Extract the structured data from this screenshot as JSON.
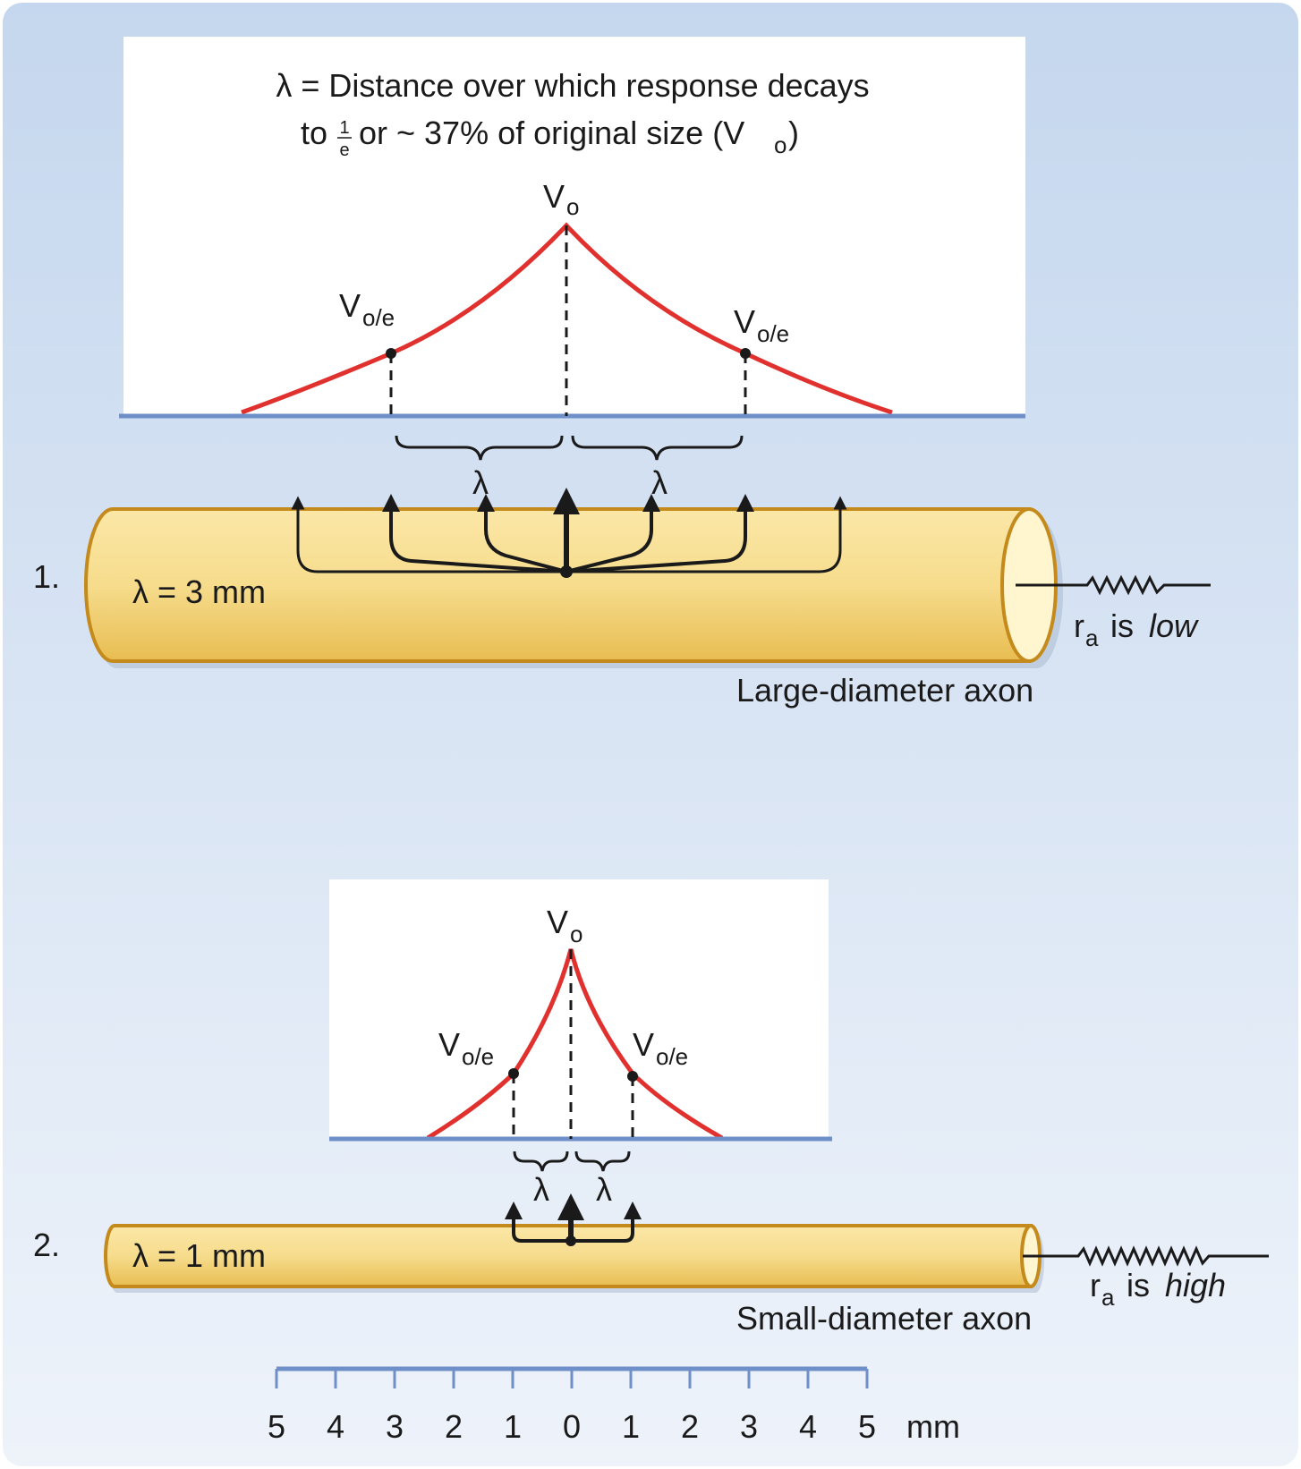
{
  "colors": {
    "background_top": "#c5d7ee",
    "background_bottom": "#eef3fa",
    "curve": "#e0312e",
    "baseline": "#6f8fc8",
    "axon_fill": "#f3d37a",
    "axon_stroke": "#c48a1c",
    "scale": "#6f8fc8"
  },
  "panel1": {
    "definition_line1": "λ = Distance over which response decays",
    "definition_to": "to",
    "definition_frac_num": "1",
    "definition_frac_den": "e",
    "definition_rest": "or ~ 37% of original size (V",
    "definition_sub": "o",
    "definition_close": ")",
    "peak_label": "V",
    "peak_sub": "o",
    "left_point_label": "V",
    "left_point_sub": "o/e",
    "right_point_label": "V",
    "right_point_sub": "o/e",
    "lambda_left": "λ",
    "lambda_right": "λ",
    "number": "1.",
    "axon_lambda": "λ = 3 mm",
    "resistance_r": "r",
    "resistance_sub": "a",
    "resistance_is": "is",
    "resistance_value": "low",
    "caption": "Large-diameter axon"
  },
  "panel2": {
    "peak_label": "V",
    "peak_sub": "o",
    "left_point_label": "V",
    "left_point_sub": "o/e",
    "right_point_label": "V",
    "right_point_sub": "o/e",
    "lambda_left": "λ",
    "lambda_right": "λ",
    "number": "2.",
    "axon_lambda": "λ = 1 mm",
    "resistance_r": "r",
    "resistance_sub": "a",
    "resistance_is": "is",
    "resistance_value": "high",
    "caption": "Small-diameter axon"
  },
  "scale": {
    "ticks": [
      "5",
      "4",
      "3",
      "2",
      "1",
      "0",
      "1",
      "2",
      "3",
      "4",
      "5"
    ],
    "unit": "mm"
  }
}
